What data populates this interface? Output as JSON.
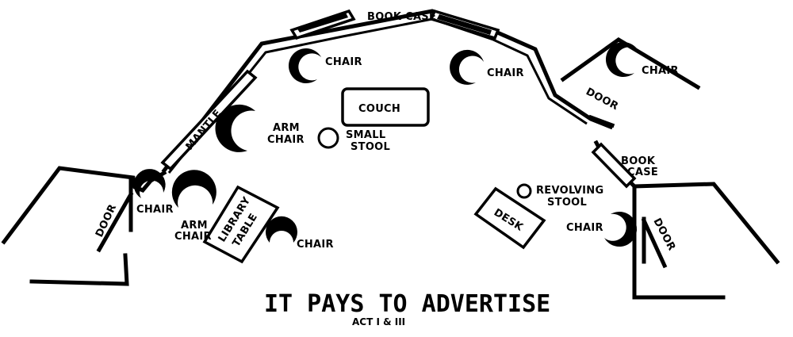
{
  "title": "IT PAYS TO ADVERTISE",
  "subtitle": "ACT I & III",
  "labels": {
    "book_case_top": "BOOK CASE",
    "chair_top_left": "CHAIR",
    "chair_top_right": "CHAIR",
    "chair_far_right": "CHAIR",
    "door_right_top": "DOOR",
    "couch": "COUCH",
    "mantle": "MANTLE",
    "arm_chair_1_line1": "ARM",
    "arm_chair_1_line2": "CHAIR",
    "small_stool_line1": "SMALL",
    "small_stool_line2": "STOOL",
    "book_case_right_line1": "BOOK",
    "book_case_right_line2": "CASE",
    "chair_left": "CHAIR",
    "door_left": "DOOR",
    "arm_chair_2_line1": "ARM",
    "arm_chair_2_line2": "CHAIR",
    "library_table_line1": "LIBRARY",
    "library_table_line2": "TABLE",
    "chair_bottom_center": "CHAIR",
    "revolving_stool_line1": "REVOLVING",
    "revolving_stool_line2": "STOOL",
    "desk": "DESK",
    "chair_right": "CHAIR",
    "door_right_bottom": "DOOR"
  }
}
